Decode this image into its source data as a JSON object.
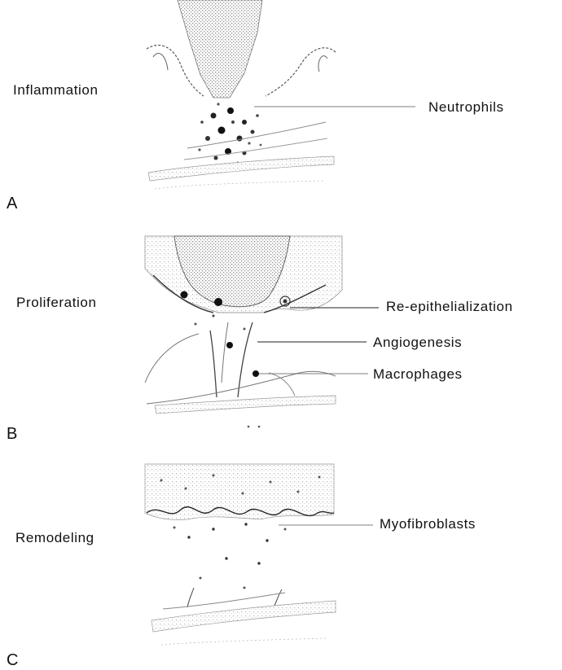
{
  "panels": [
    {
      "letter": "A",
      "stage": "Inflammation",
      "annotations": [
        "Neutrophils"
      ]
    },
    {
      "letter": "B",
      "stage": "Proliferation",
      "annotations": [
        "Re-epithelialization",
        "Angiogenesis",
        "Macrophages"
      ]
    },
    {
      "letter": "C",
      "stage": "Remodeling",
      "annotations": [
        "Myofibroblasts"
      ]
    }
  ]
}
